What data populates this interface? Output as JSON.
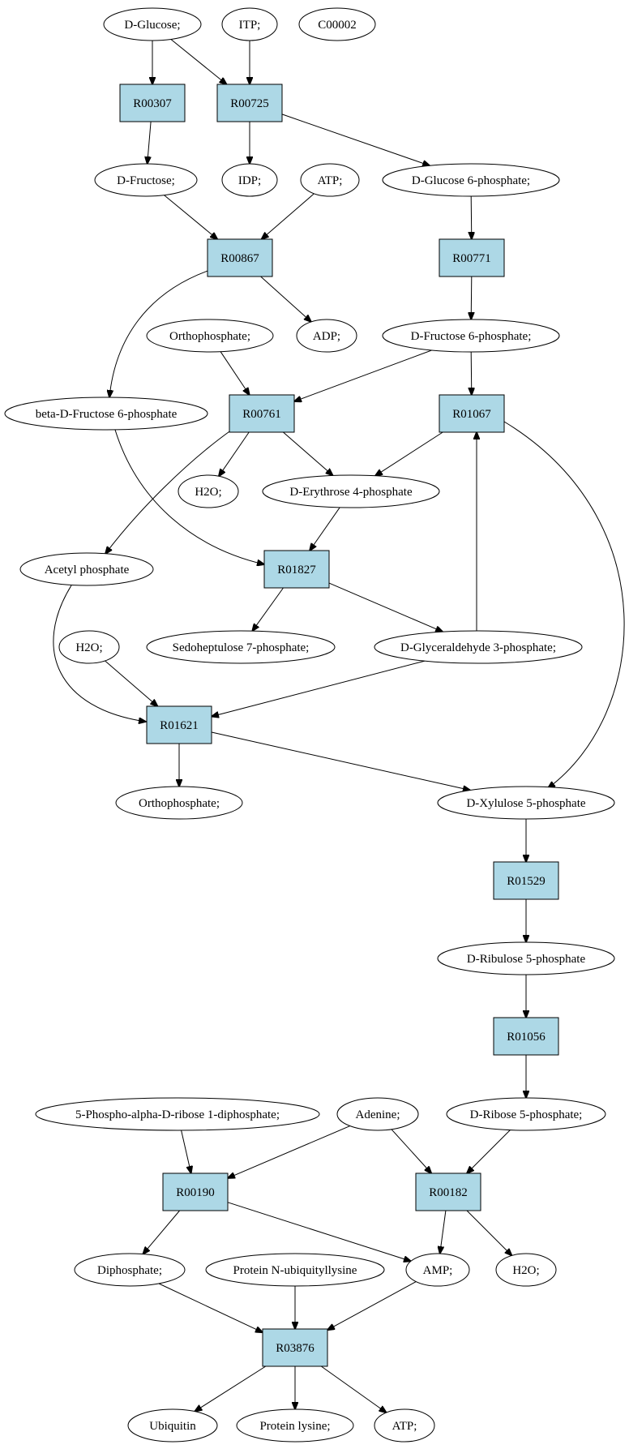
{
  "colors": {
    "reaction_fill": "#add8e6",
    "compound_fill": "#ffffff",
    "start_fill": "#00ee00",
    "highlight_fill": "#ffff00",
    "stroke": "#000000"
  },
  "nodes": {
    "d_glucose_top": "D-Glucose;",
    "itp": "ITP;",
    "c00002": "C00002",
    "r00307": "R00307",
    "r00725": "R00725",
    "d_fructose": "D-Fructose;",
    "idp": "IDP;",
    "atp_1": "ATP;",
    "d_glucose_6p": "D-Glucose 6-phosphate;",
    "r00867": "R00867",
    "r00771": "R00771",
    "orthophosphate_1": "Orthophosphate;",
    "adp": "ADP;",
    "d_fructose_6p": "D-Fructose 6-phosphate;",
    "beta_d_fructose_6p": "beta-D-Fructose 6-phosphate",
    "r00761": "R00761",
    "r01067": "R01067",
    "h2o_1": "H2O;",
    "d_erythrose_4p": "D-Erythrose 4-phosphate",
    "acetyl_phosphate": "Acetyl phosphate",
    "r01827": "R01827",
    "h2o_2": "H2O;",
    "sedoheptulose_7p": "Sedoheptulose 7-phosphate;",
    "d_glyceraldehyde_3p": "D-Glyceraldehyde 3-phosphate;",
    "r01621": "R01621",
    "orthophosphate_2": "Orthophosphate;",
    "d_xylulose_5p": "D-Xylulose 5-phosphate",
    "r01529": "R01529",
    "d_ribulose_5p": "D-Ribulose 5-phosphate",
    "r01056": "R01056",
    "prpp": "5-Phospho-alpha-D-ribose 1-diphosphate;",
    "adenine": "Adenine;",
    "d_ribose_5p": "D-Ribose 5-phosphate;",
    "r00190": "R00190",
    "r00182": "R00182",
    "diphosphate": "Diphosphate;",
    "protein_n_ubiquityllysine": "Protein N-ubiquityllysine",
    "amp": "AMP;",
    "h2o_3": "H2O;",
    "r03876": "R03876",
    "ubiquitin": "Ubiquitin",
    "protein_lysine": "Protein lysine;",
    "atp_2": "ATP;"
  }
}
